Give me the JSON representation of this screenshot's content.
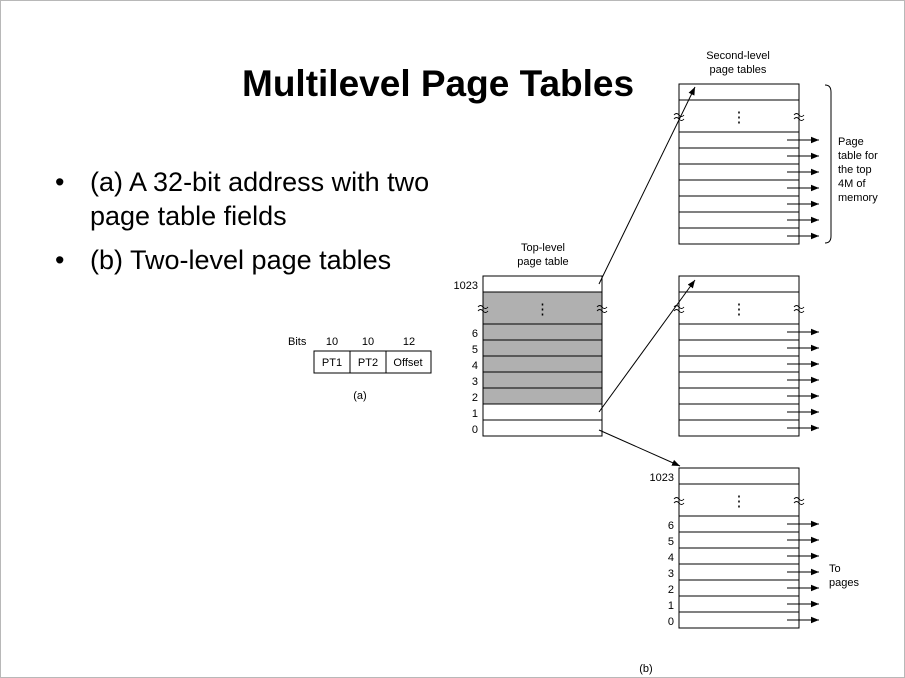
{
  "slide": {
    "title": "Multilevel Page Tables",
    "bullets": [
      "(a) A 32-bit address with two page table fields",
      "(b) Two-level page tables"
    ]
  },
  "diagram": {
    "address_format": {
      "bits_label": "Bits",
      "fields": [
        {
          "name": "PT1",
          "bits": "10"
        },
        {
          "name": "PT2",
          "bits": "10"
        },
        {
          "name": "Offset",
          "bits": "12"
        }
      ],
      "caption": "(a)"
    },
    "top_level_label_line1": "Top-level",
    "top_level_label_line2": "page table",
    "second_level_label_line1": "Second-level",
    "second_level_label_line2": "page tables",
    "top_index_label": "1023",
    "low_index_labels": [
      "6",
      "5",
      "4",
      "3",
      "2",
      "1",
      "0"
    ],
    "ellipsis": "⋮",
    "side_note_lines": [
      "Page",
      "table for",
      "the top",
      "4M of",
      "memory"
    ],
    "to_pages_lines": [
      "To",
      "pages"
    ],
    "caption_b": "(b)",
    "colors": {
      "shaded_entries": "#b0b0b0",
      "line": "#000000"
    }
  }
}
